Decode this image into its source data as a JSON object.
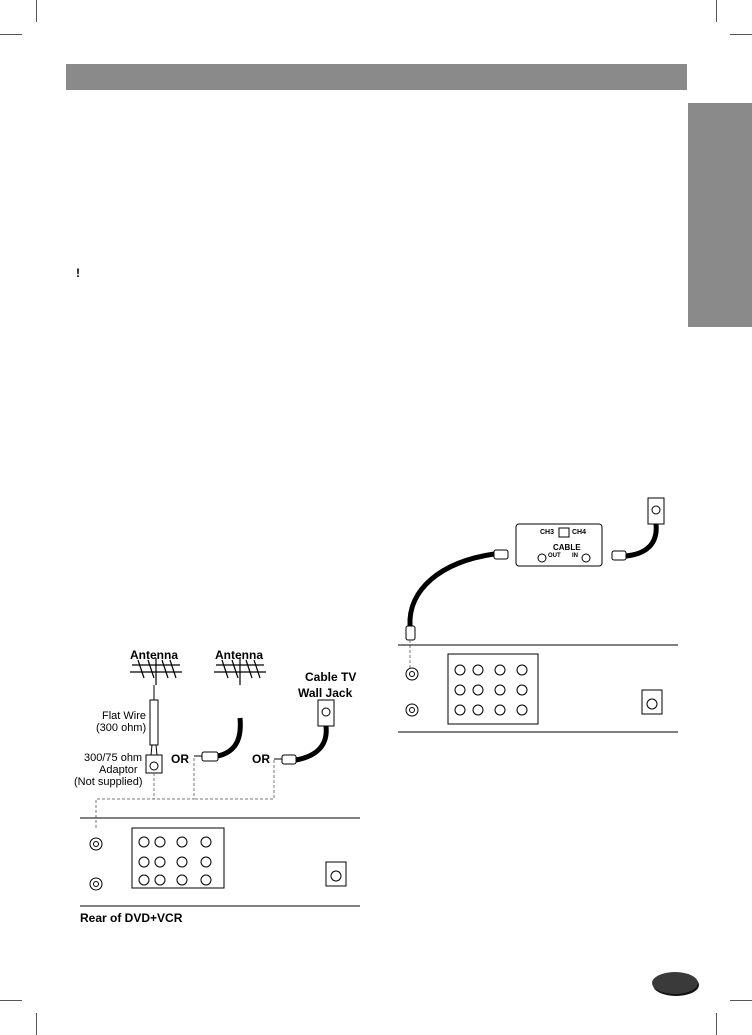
{
  "left_diagram": {
    "antenna_1": "Antenna",
    "antenna_2": "Antenna",
    "cable_tv": "Cable TV",
    "wall_jack": "Wall Jack",
    "flat_wire_1": "Flat Wire",
    "flat_wire_2": "(300 ohm)",
    "adaptor_1": "300/75 ohm",
    "adaptor_2": "Adaptor",
    "adaptor_3": "(Not supplied)",
    "or_1": "OR",
    "or_2": "OR",
    "rear_caption": "Rear of DVD+VCR"
  },
  "right_diagram": {
    "ch3": "CH3",
    "ch4": "CH4",
    "cable": "CABLE",
    "out": "OUT",
    "in": "IN"
  },
  "colors": {
    "header_bar": "#8a8a8a",
    "side_tab": "#8a8a8a",
    "page_badge": "#3a3a3a"
  }
}
